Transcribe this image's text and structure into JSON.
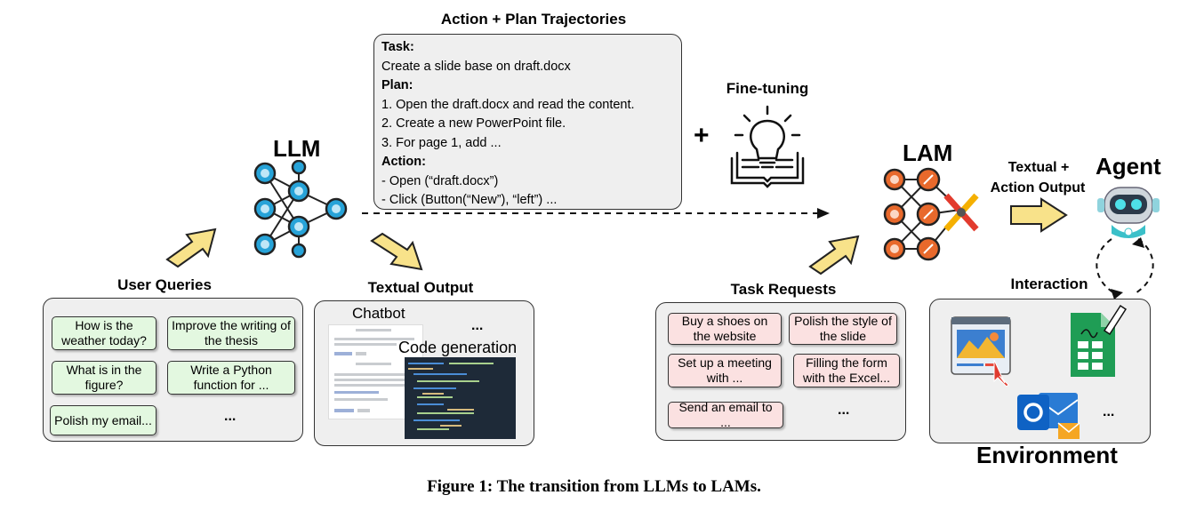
{
  "caption": "Figure 1: The transition from LLMs to LAMs.",
  "llm": {
    "title": "LLM"
  },
  "lam": {
    "title": "LAM"
  },
  "agent": {
    "title": "Agent"
  },
  "environment": {
    "title": "Environment",
    "interaction_label": "Interaction",
    "more": "..."
  },
  "trajectories": {
    "heading": "Action + Plan Trajectories",
    "task_label": "Task:",
    "task": "Create a slide base on draft.docx",
    "plan_label": "Plan:",
    "plan": [
      "1. Open the draft.docx and read the content.",
      "2. Create a new PowerPoint file.",
      "3. For page 1, add ..."
    ],
    "action_label": "Action:",
    "actions": [
      "- Open (“draft.docx”)",
      "- Click (Button(“New”), “left”) ..."
    ]
  },
  "finetune": {
    "label": "Fine-tuning",
    "plus": "+"
  },
  "output_label": {
    "line1": "Textual +",
    "line2": "Action Output"
  },
  "user_queries": {
    "heading": "User Queries",
    "items": [
      "How is the weather today?",
      "Improve the writing of the thesis",
      "What is in the figure?",
      "Write a Python function for ...",
      "Polish my email..."
    ],
    "more": "..."
  },
  "textual_output": {
    "heading": "Textual Output",
    "chatbot": "Chatbot",
    "code": "Code generation",
    "more": "..."
  },
  "task_requests": {
    "heading": "Task Requests",
    "items": [
      "Buy a shoes on the website",
      "Polish the style of the slide",
      "Set up a meeting with ...",
      "Filling the form with the Excel...",
      "Send an email to ..."
    ],
    "more": "..."
  },
  "colors": {
    "llm_node": "#27a3d8",
    "lam_node": "#e8692c",
    "arrow_fill": "#f8e28a",
    "green_chip": "#e3f8e0",
    "pink_chip": "#fbe1e1"
  }
}
